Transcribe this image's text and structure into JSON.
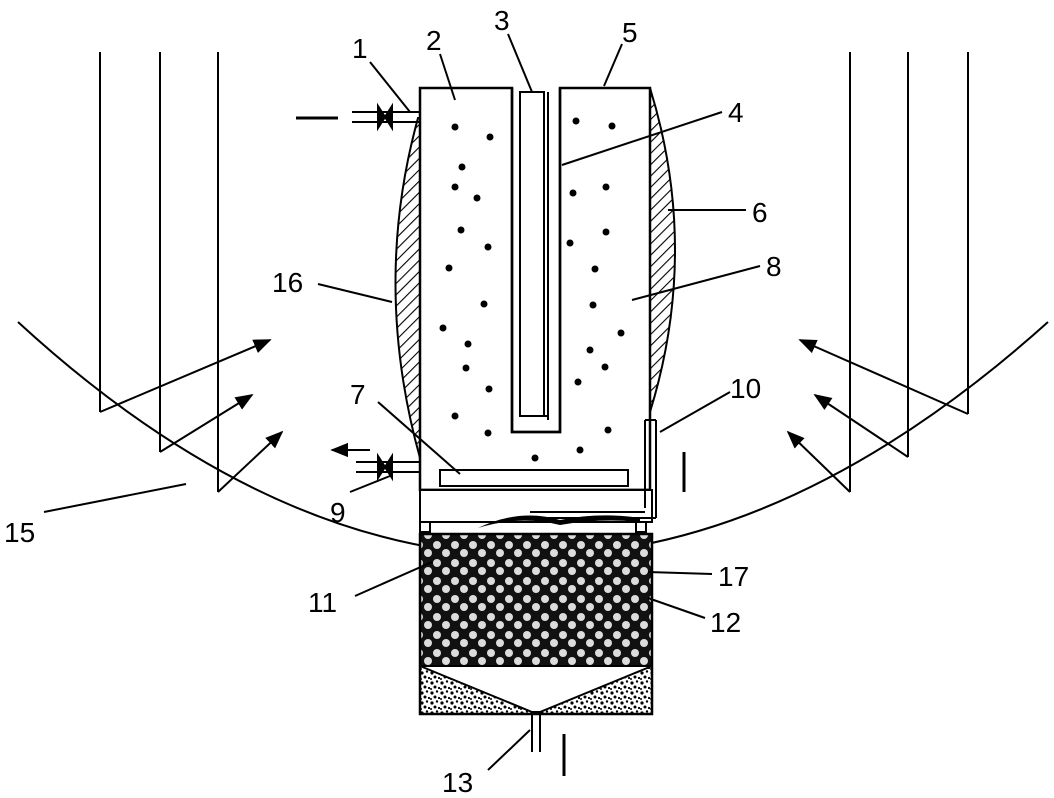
{
  "labels": {
    "l1": "1",
    "l2": "2",
    "l3": "3",
    "l4": "4",
    "l5": "5",
    "l6": "6",
    "l7": "7",
    "l8": "8",
    "l9": "9",
    "l10": "10",
    "l11": "11",
    "l12": "12",
    "l13": "13",
    "l15": "15",
    "l16": "16",
    "l17": "17"
  }
}
